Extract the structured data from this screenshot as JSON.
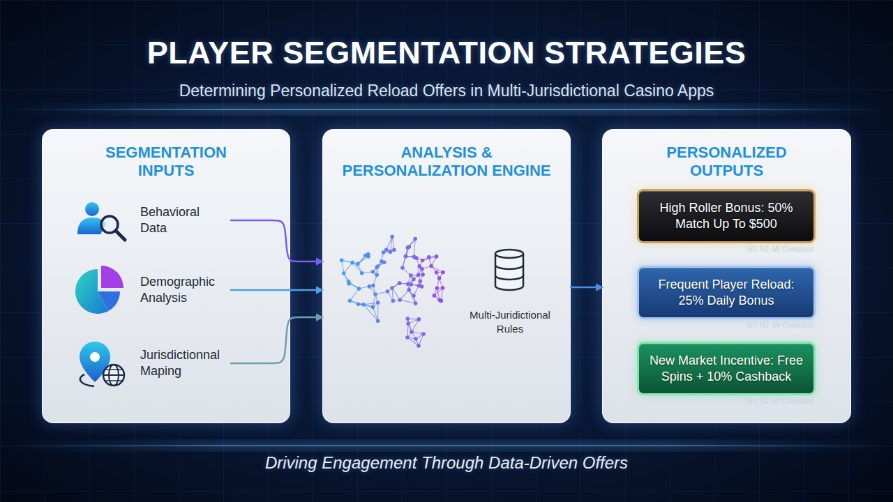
{
  "diagram": {
    "title": "PLAYER SEGMENTATION STRATEGIES",
    "caption": "Driving Engagement Through Data-Driven Offers",
    "nodes": [
      {
        "text": [
          "SEGMENTATION INPUTS"
        ]
      },
      {
        "text": [
          "Behavioral Data"
        ],
        "in": 0
      },
      {
        "text": [
          "Demographic Analysis"
        ],
        "in": 0
      },
      {
        "text": [
          "Jurisdictionnal Maping"
        ],
        "in": 0
      },
      {
        "text": [
          "ANALYSIS & PERSONALIZATION ENGINE"
        ]
      },
      {
        "text": [
          "Multi-Juridictional Rules"
        ],
        "in": 4
      },
      {
        "text": [
          "PERSONALIZED OUTPUTS"
        ]
      },
      {
        "text": [
          "High Roller Bonus: 50% Match Up To $500",
          "NV, NJ, MI Compliant"
        ],
        "in": 6
      },
      {
        "text": [
          "Frequent Player Reload: 25% Daily Bonus",
          "NV, NJ, MI Compliant"
        ],
        "in": 6
      },
      {
        "text": [
          "New Market Incentive: Free Spins + 10% Cashback",
          "NV, NJ, MI Compliant"
        ],
        "in": 6
      }
    ],
    "edges": [
      {
        "from": 1,
        "to": 4,
        "arrow": "to"
      },
      {
        "from": 2,
        "to": 4,
        "arrow": "to"
      },
      {
        "from": 3,
        "to": 4,
        "arrow": "to"
      },
      {
        "from": 4,
        "to": 6,
        "arrow": "to"
      }
    ],
    "labels": [
      "Determining Personalized Reload Offers in Multi-Jurisdictional Casino Apps"
    ]
  }
}
